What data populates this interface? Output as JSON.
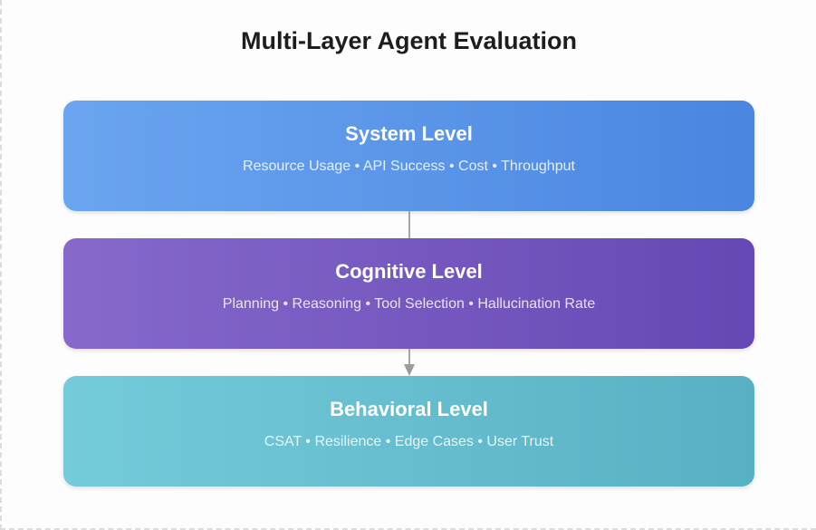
{
  "page": {
    "title": "Multi-Layer Agent Evaluation",
    "background": "#FDFDFD",
    "dashed_border_color": "#DCDCDC",
    "connector_color": "#A6A6A6"
  },
  "layers": [
    {
      "id": "system",
      "title": "System Level",
      "metrics": [
        "Resource Usage",
        "API Success",
        "Cost",
        "Throughput"
      ],
      "metrics_label": "Resource Usage • API Success • Cost • Throughput",
      "gradient_start": "#6BA5F0",
      "gradient_end": "#4A86E0"
    },
    {
      "id": "cognitive",
      "title": "Cognitive Level",
      "metrics": [
        "Planning",
        "Reasoning",
        "Tool Selection",
        "Hallucination Rate"
      ],
      "metrics_label": "Planning • Reasoning • Tool Selection • Hallucination Rate",
      "gradient_start": "#8669CB",
      "gradient_end": "#6648B4"
    },
    {
      "id": "behavioral",
      "title": "Behavioral Level",
      "metrics": [
        "CSAT",
        "Resilience",
        "Edge Cases",
        "User Trust"
      ],
      "metrics_label": "CSAT • Resilience • Edge Cases • User Trust",
      "gradient_start": "#74CBDA",
      "gradient_end": "#58B0C4"
    }
  ]
}
